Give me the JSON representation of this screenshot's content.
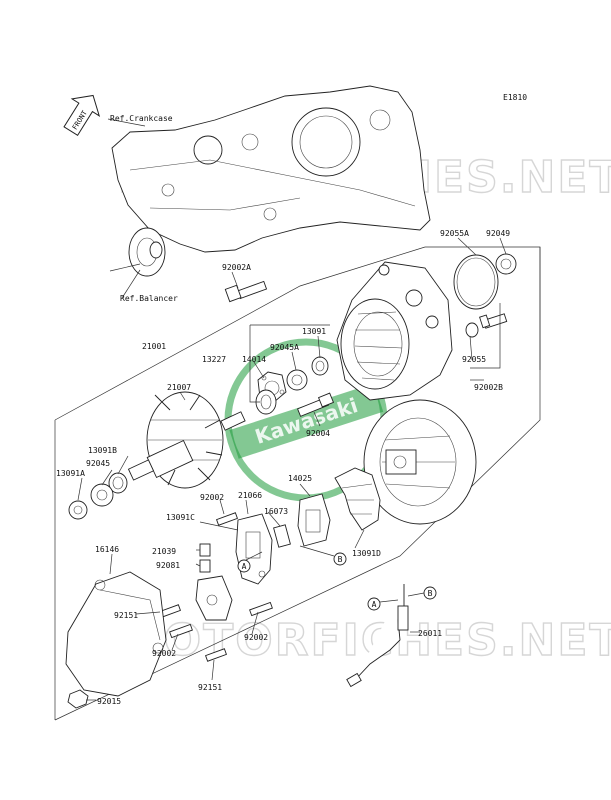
{
  "diagram_id": "E1810",
  "front_label": "FRONT",
  "watermark": {
    "text": "MOTORFICHES.NET",
    "logo": "Kawasaki",
    "color": "#1e9a3a"
  },
  "references": {
    "crankcase": "Ref.Crankcase",
    "balancer": "Ref.Balancer"
  },
  "callouts": {
    "a": "A",
    "b": "B"
  },
  "parts": {
    "p92055A": "92055A",
    "p92049": "92049",
    "p92002A": "92002A",
    "p13091": "13091",
    "p13227": "13227",
    "p14014": "14014",
    "p92045A": "92045A",
    "p92055": "92055",
    "p92002B": "92002B",
    "p21001": "21001",
    "p21007": "21007",
    "p92004": "92004",
    "p13091B": "13091B",
    "p92045": "92045",
    "p13091A": "13091A",
    "p92002_1": "92002",
    "p21066": "21066",
    "p14025": "14025",
    "p13091C": "13091C",
    "p16073": "16073",
    "p21039": "21039",
    "p92081": "92081",
    "p13091D": "13091D",
    "p16146": "16146",
    "p92151_1": "92151",
    "p92002_2": "92002",
    "p92002_3": "92002",
    "p92151_2": "92151",
    "p26011": "26011",
    "p92015": "92015"
  }
}
